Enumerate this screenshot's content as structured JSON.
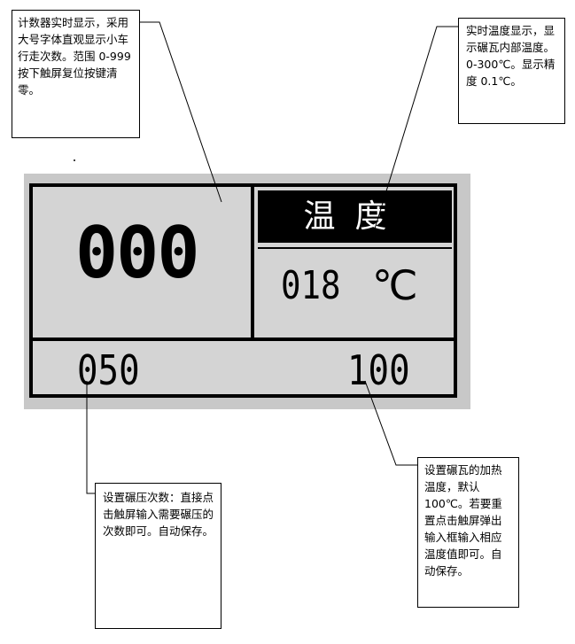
{
  "panel": {
    "counter": "000",
    "temp_title": "温度",
    "temp_value": "018",
    "temp_unit": "℃",
    "press_count": "050",
    "heat_temp": "100"
  },
  "callouts": {
    "counter_note": "计数器实时显示，采用大号字体直观显示小车行走次数。范围 0-999\n按下触屏复位按键清零。",
    "temp_note": "实时温度显示，显示碾瓦内部温度。0-300℃。显示精度 0.1℃。",
    "press_note": "设置碾压次数：直接点击触屏输入需要碾压的次数即可。自动保存。",
    "heat_note": "设置碾瓦的加热温度，默认100℃。若要重置点击触屏弹出输入框输入相应温度值即可。自动保存。"
  }
}
